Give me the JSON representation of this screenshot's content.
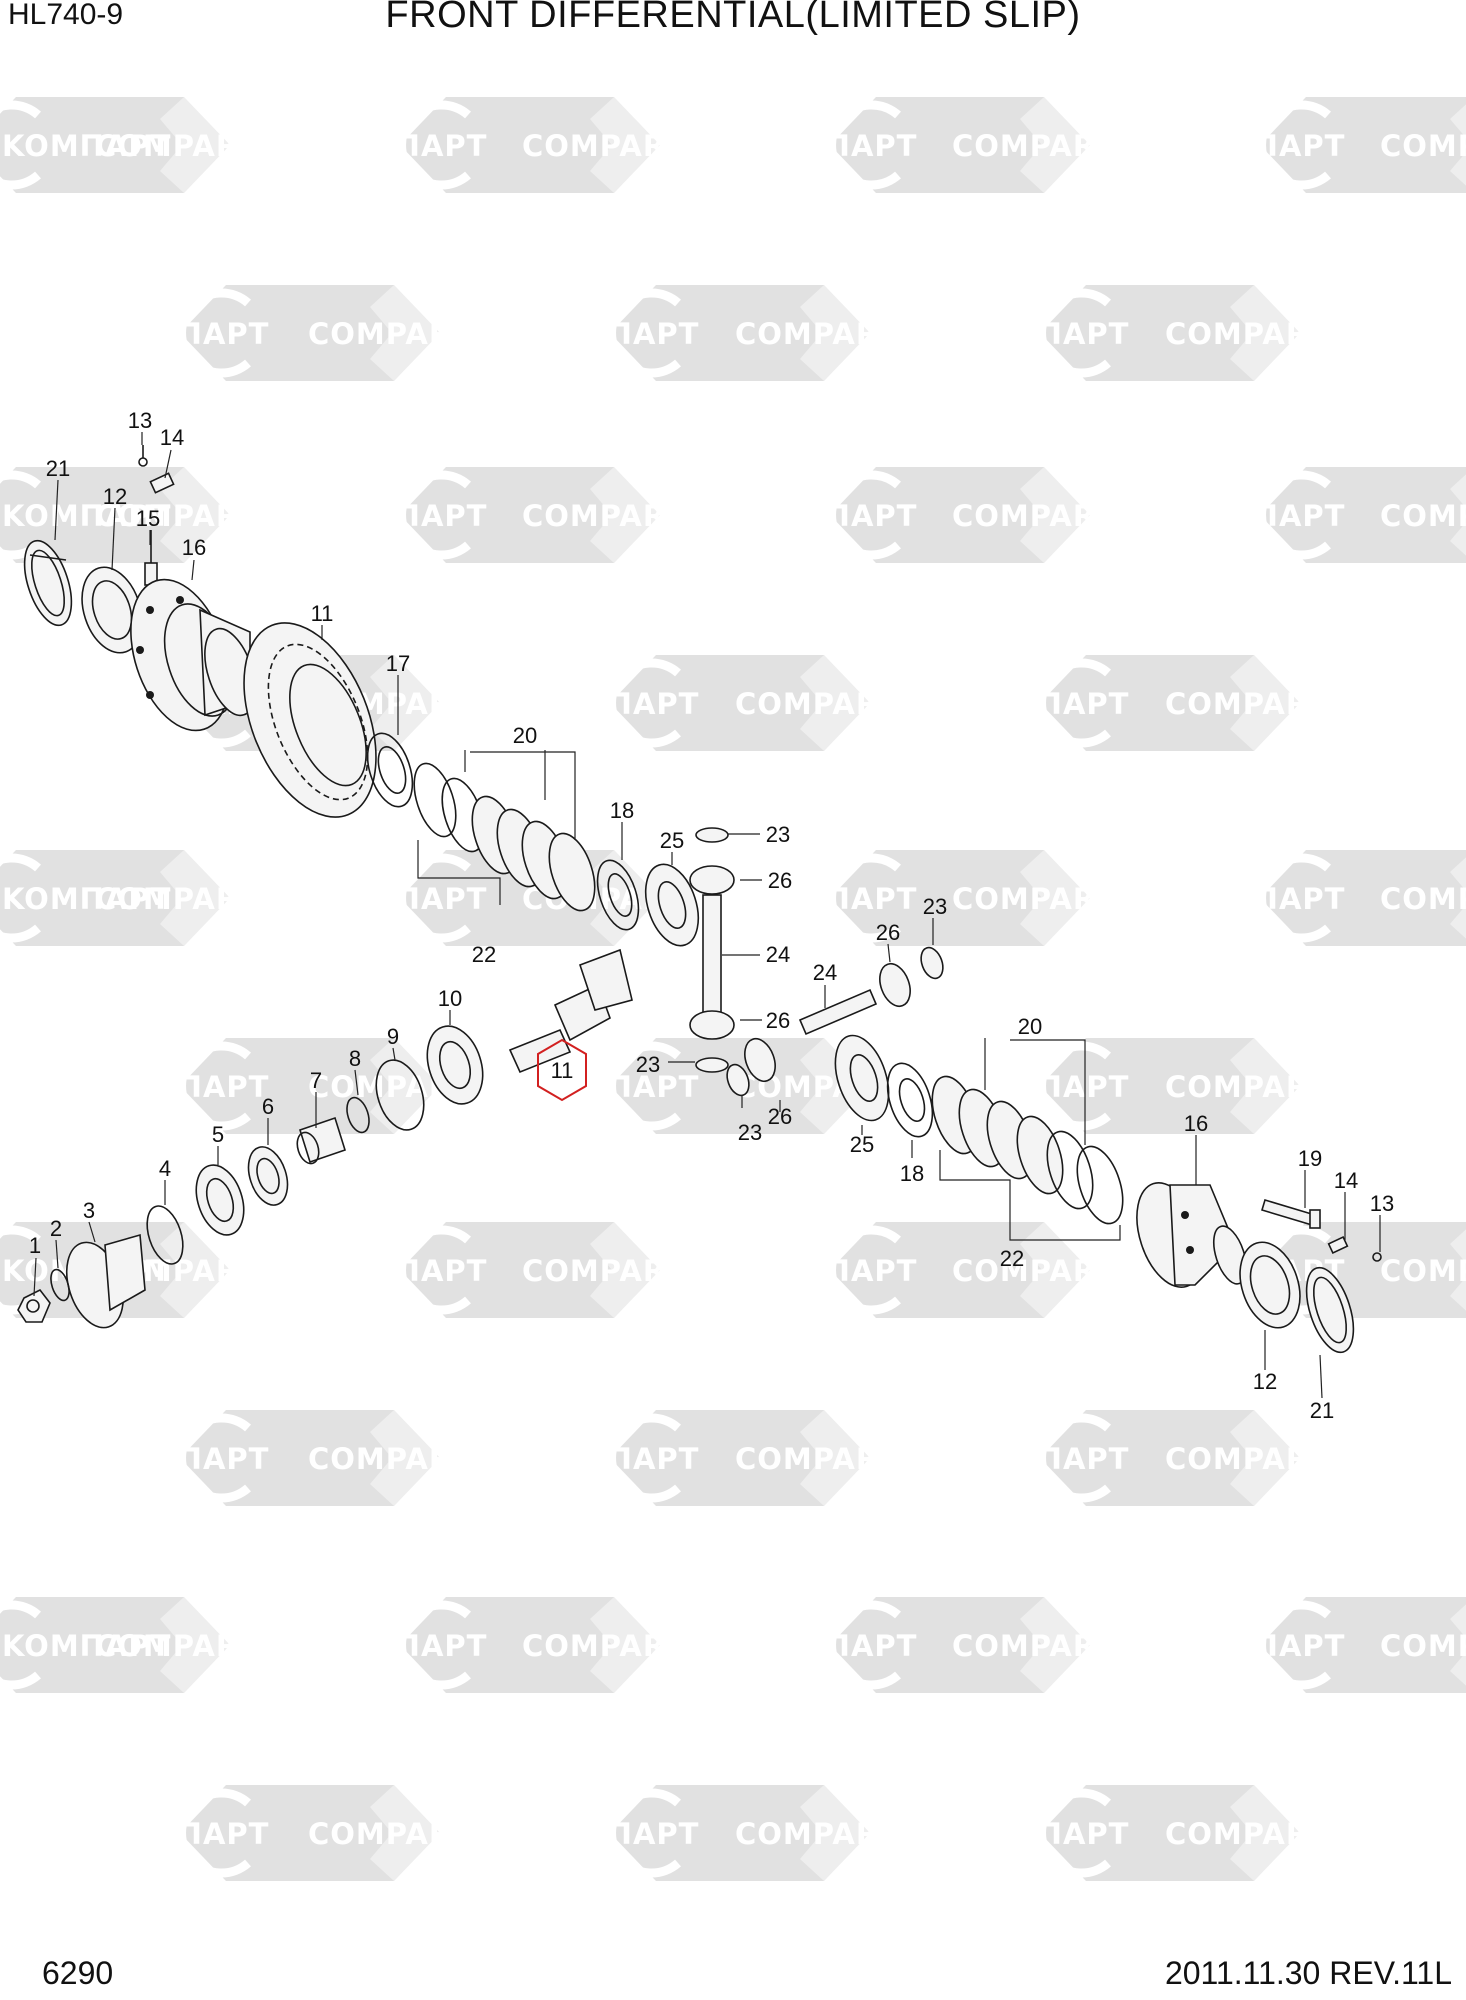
{
  "header": {
    "model": "HL740-9",
    "title": "FRONT DIFFERENTIAL(LIMITED SLIP)"
  },
  "footer": {
    "page_number": "6290",
    "revision": "2011.11.30  REV.11L"
  },
  "watermark": {
    "left_word": "KOMПAPT",
    "right_word": "COMPART",
    "color": "#e1e1e1"
  },
  "highlight": {
    "label": "11",
    "color": "#d22020"
  },
  "callouts": [
    {
      "id": "c13a",
      "label": "13"
    },
    {
      "id": "c14a",
      "label": "14"
    },
    {
      "id": "c21a",
      "label": "21"
    },
    {
      "id": "c12a",
      "label": "12"
    },
    {
      "id": "c15",
      "label": "15"
    },
    {
      "id": "c16a",
      "label": "16"
    },
    {
      "id": "c11a",
      "label": "11"
    },
    {
      "id": "c17",
      "label": "17"
    },
    {
      "id": "c20a",
      "label": "20"
    },
    {
      "id": "c18a",
      "label": "18"
    },
    {
      "id": "c25a",
      "label": "25"
    },
    {
      "id": "c23a",
      "label": "23"
    },
    {
      "id": "c26a",
      "label": "26"
    },
    {
      "id": "c22a",
      "label": "22"
    },
    {
      "id": "c24a",
      "label": "24"
    },
    {
      "id": "c23b",
      "label": "23"
    },
    {
      "id": "c26b",
      "label": "26"
    },
    {
      "id": "c24b",
      "label": "24"
    },
    {
      "id": "c26c",
      "label": "26"
    },
    {
      "id": "c10",
      "label": "10"
    },
    {
      "id": "c9",
      "label": "9"
    },
    {
      "id": "c8",
      "label": "8"
    },
    {
      "id": "c7",
      "label": "7"
    },
    {
      "id": "c6",
      "label": "6"
    },
    {
      "id": "c5",
      "label": "5"
    },
    {
      "id": "c4",
      "label": "4"
    },
    {
      "id": "c3",
      "label": "3"
    },
    {
      "id": "c2",
      "label": "2"
    },
    {
      "id": "c1",
      "label": "1"
    },
    {
      "id": "c23c",
      "label": "23"
    },
    {
      "id": "c23d",
      "label": "23"
    },
    {
      "id": "c26d",
      "label": "26"
    },
    {
      "id": "c25b",
      "label": "25"
    },
    {
      "id": "c18b",
      "label": "18"
    },
    {
      "id": "c20b",
      "label": "20"
    },
    {
      "id": "c16b",
      "label": "16"
    },
    {
      "id": "c19",
      "label": "19"
    },
    {
      "id": "c14b",
      "label": "14"
    },
    {
      "id": "c13b",
      "label": "13"
    },
    {
      "id": "c22b",
      "label": "22"
    },
    {
      "id": "c12b",
      "label": "12"
    },
    {
      "id": "c21b",
      "label": "21"
    }
  ]
}
